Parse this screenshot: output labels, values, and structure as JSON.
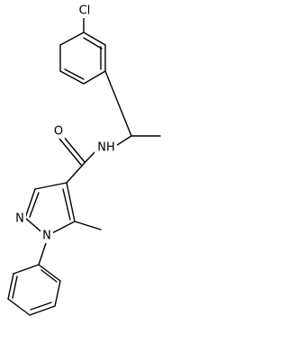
{
  "atoms": [
    {
      "id": "cl",
      "label": "Cl"
    },
    {
      "id": "o",
      "label": "O"
    },
    {
      "id": "nh",
      "label": "NH"
    },
    {
      "id": "n2",
      "label": "N"
    },
    {
      "id": "n1",
      "label": "N"
    }
  ]
}
